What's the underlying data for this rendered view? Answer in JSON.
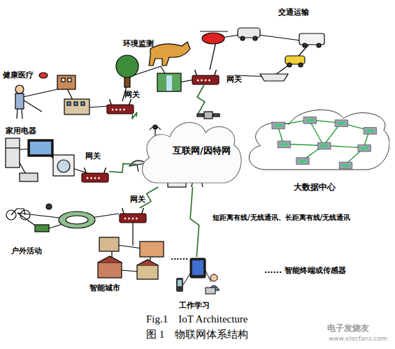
{
  "diagram": {
    "caption": "图 1　物联网体系结构",
    "nodes": [
      {
        "text": [
          "互联网/因特网"
        ]
      },
      {
        "text": [
          "大数据中心"
        ]
      },
      {
        "text": [
          "网关"
        ]
      },
      {
        "text": [
          "网关"
        ]
      },
      {
        "text": [
          "网关"
        ]
      },
      {
        "text": [
          "网关"
        ]
      },
      {
        "text": [
          "工作学习"
        ]
      }
    ],
    "edges": [
      {
        "from": 2,
        "to": 0,
        "arrow": "none"
      },
      {
        "from": 3,
        "to": 0,
        "arrow": "none"
      },
      {
        "from": 4,
        "to": 0,
        "arrow": "none"
      },
      {
        "from": 5,
        "to": 0,
        "arrow": "none"
      },
      {
        "from": 6,
        "to": 0,
        "arrow": "none"
      }
    ],
    "labels": [
      "环境监测",
      "交通运输",
      "健康医疗",
      "家用电器",
      "户外活动",
      "智能城市",
      "......",
      "短距离有线/无线通讯、长距离有线/无线通讯",
      "...... 智能终端或传感器",
      "Fig.1　IoT Architecture",
      "电子发烧友",
      "www.elecfans.com"
    ]
  }
}
